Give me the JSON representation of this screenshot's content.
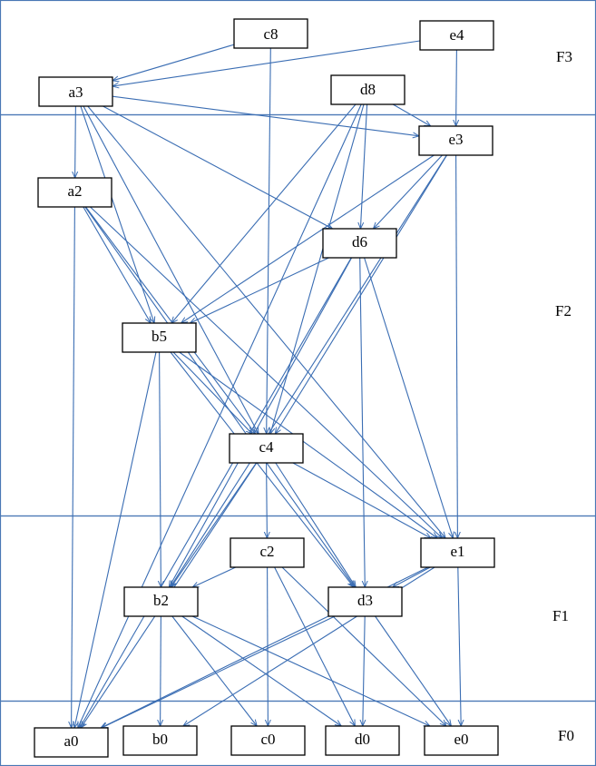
{
  "colors": {
    "edge": "#3a6db3",
    "band": "#4a78b5",
    "node_border": "#000000"
  },
  "levels": [
    {
      "id": "F3",
      "label": "F3"
    },
    {
      "id": "F2",
      "label": "F2"
    },
    {
      "id": "F1",
      "label": "F1"
    },
    {
      "id": "F0",
      "label": "F0"
    }
  ],
  "nodes": [
    {
      "id": "c8",
      "label": "c8",
      "level": "F3"
    },
    {
      "id": "e4",
      "label": "e4",
      "level": "F3"
    },
    {
      "id": "a3",
      "label": "a3",
      "level": "F3"
    },
    {
      "id": "d8",
      "label": "d8",
      "level": "F3"
    },
    {
      "id": "e3",
      "label": "e3",
      "level": "F2"
    },
    {
      "id": "a2",
      "label": "a2",
      "level": "F2"
    },
    {
      "id": "d6",
      "label": "d6",
      "level": "F2"
    },
    {
      "id": "b5",
      "label": "b5",
      "level": "F2"
    },
    {
      "id": "c4",
      "label": "c4",
      "level": "F2"
    },
    {
      "id": "c2",
      "label": "c2",
      "level": "F1"
    },
    {
      "id": "e1",
      "label": "e1",
      "level": "F1"
    },
    {
      "id": "b2",
      "label": "b2",
      "level": "F1"
    },
    {
      "id": "d3",
      "label": "d3",
      "level": "F1"
    },
    {
      "id": "a0",
      "label": "a0",
      "level": "F0"
    },
    {
      "id": "b0",
      "label": "b0",
      "level": "F0"
    },
    {
      "id": "c0",
      "label": "c0",
      "level": "F0"
    },
    {
      "id": "d0",
      "label": "d0",
      "level": "F0"
    },
    {
      "id": "e0",
      "label": "e0",
      "level": "F0"
    }
  ],
  "edges": [
    [
      "c8",
      "a3"
    ],
    [
      "e4",
      "a3"
    ],
    [
      "c8",
      "c4"
    ],
    [
      "e4",
      "e3"
    ],
    [
      "a3",
      "a2"
    ],
    [
      "a3",
      "e3"
    ],
    [
      "a3",
      "d6"
    ],
    [
      "a3",
      "b5"
    ],
    [
      "a3",
      "c4"
    ],
    [
      "a3",
      "e1"
    ],
    [
      "d8",
      "e3"
    ],
    [
      "d8",
      "d6"
    ],
    [
      "d8",
      "b5"
    ],
    [
      "d8",
      "c4"
    ],
    [
      "d8",
      "a0"
    ],
    [
      "e3",
      "d6"
    ],
    [
      "e3",
      "b5"
    ],
    [
      "e3",
      "c4"
    ],
    [
      "e3",
      "e1"
    ],
    [
      "e3",
      "b2"
    ],
    [
      "a2",
      "a0"
    ],
    [
      "a2",
      "b5"
    ],
    [
      "a2",
      "c4"
    ],
    [
      "a2",
      "e1"
    ],
    [
      "a2",
      "d3"
    ],
    [
      "d6",
      "b5"
    ],
    [
      "d6",
      "a0"
    ],
    [
      "d6",
      "b2"
    ],
    [
      "d6",
      "d3"
    ],
    [
      "d6",
      "e1"
    ],
    [
      "b5",
      "c4"
    ],
    [
      "b5",
      "a0"
    ],
    [
      "b5",
      "b2"
    ],
    [
      "b5",
      "e1"
    ],
    [
      "b5",
      "d3"
    ],
    [
      "c4",
      "c2"
    ],
    [
      "c4",
      "a0"
    ],
    [
      "c4",
      "b2"
    ],
    [
      "c4",
      "e1"
    ],
    [
      "c4",
      "d3"
    ],
    [
      "c2",
      "b2"
    ],
    [
      "c2",
      "c0"
    ],
    [
      "c2",
      "d0"
    ],
    [
      "c2",
      "e0"
    ],
    [
      "e1",
      "d3"
    ],
    [
      "e1",
      "e0"
    ],
    [
      "e1",
      "a0"
    ],
    [
      "e1",
      "b0"
    ],
    [
      "b2",
      "b0"
    ],
    [
      "b2",
      "c0"
    ],
    [
      "b2",
      "d0"
    ],
    [
      "b2",
      "e0"
    ],
    [
      "d3",
      "a0"
    ],
    [
      "d3",
      "d0"
    ],
    [
      "d3",
      "e0"
    ]
  ]
}
